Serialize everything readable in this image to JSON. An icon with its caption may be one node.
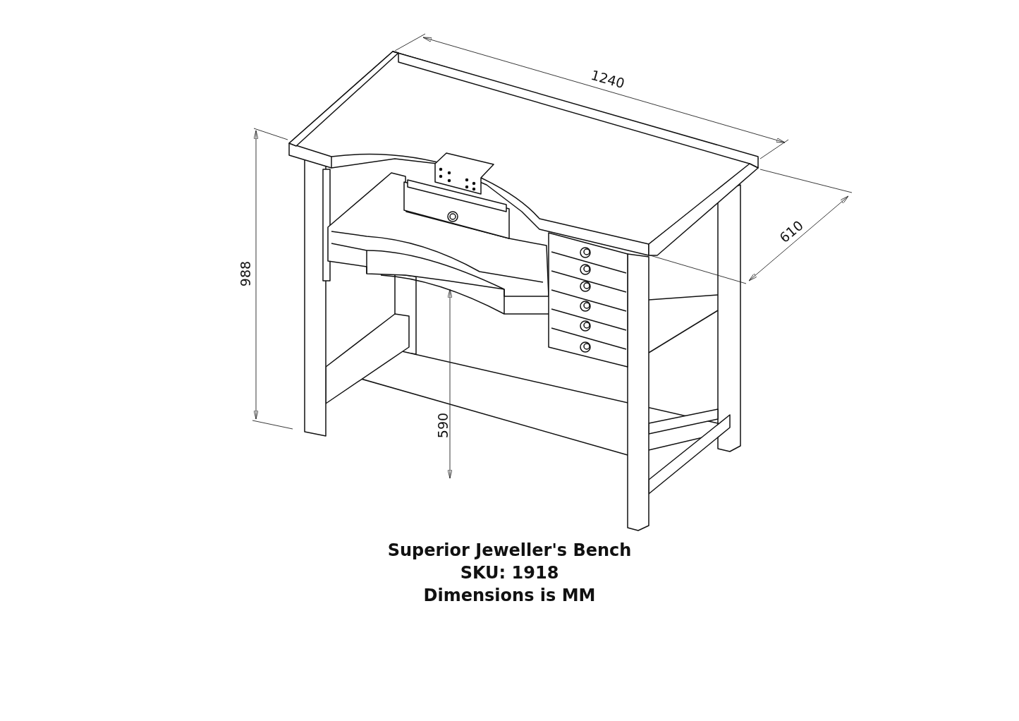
{
  "diagram": {
    "title": "Superior Jeweller's Bench",
    "labels": [
      "1240",
      "610",
      "988",
      "590",
      "SKU: 1918",
      "Dimensions is MM"
    ]
  }
}
